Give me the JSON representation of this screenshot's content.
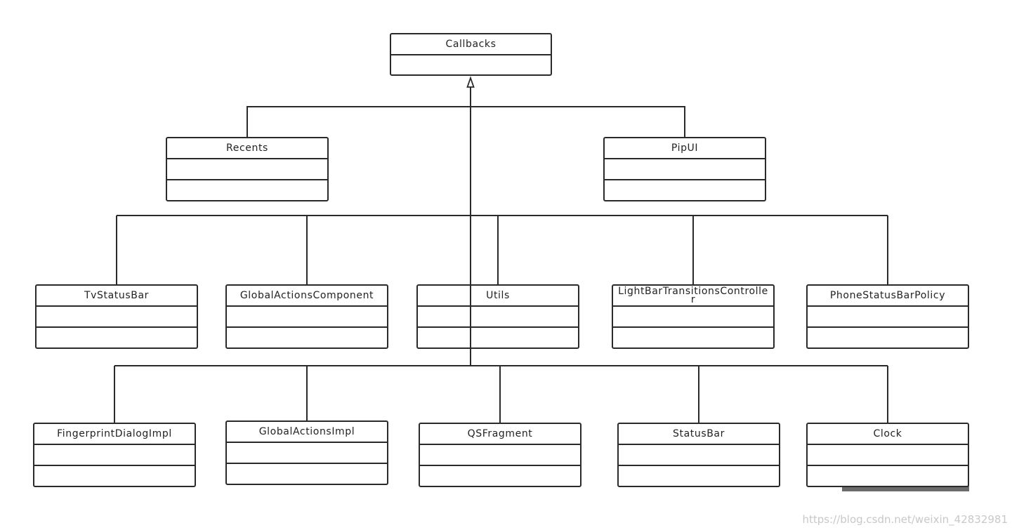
{
  "diagram": {
    "root": {
      "name": "Callbacks"
    },
    "row1": [
      {
        "name": "Recents"
      },
      {
        "name": "PipUI"
      }
    ],
    "row2": [
      {
        "name": "TvStatusBar"
      },
      {
        "name": "GlobalActionsComponent"
      },
      {
        "name": "Utils"
      },
      {
        "name": "LightBarTransitionsController"
      },
      {
        "name": "PhoneStatusBarPolicy"
      }
    ],
    "row3": [
      {
        "name": "FingerprintDialogImpl"
      },
      {
        "name": "GlobalActionsImpl"
      },
      {
        "name": "QSFragment"
      },
      {
        "name": "StatusBar"
      },
      {
        "name": "Clock"
      }
    ]
  },
  "watermark": "https://blog.csdn.net/weixin_42832981"
}
